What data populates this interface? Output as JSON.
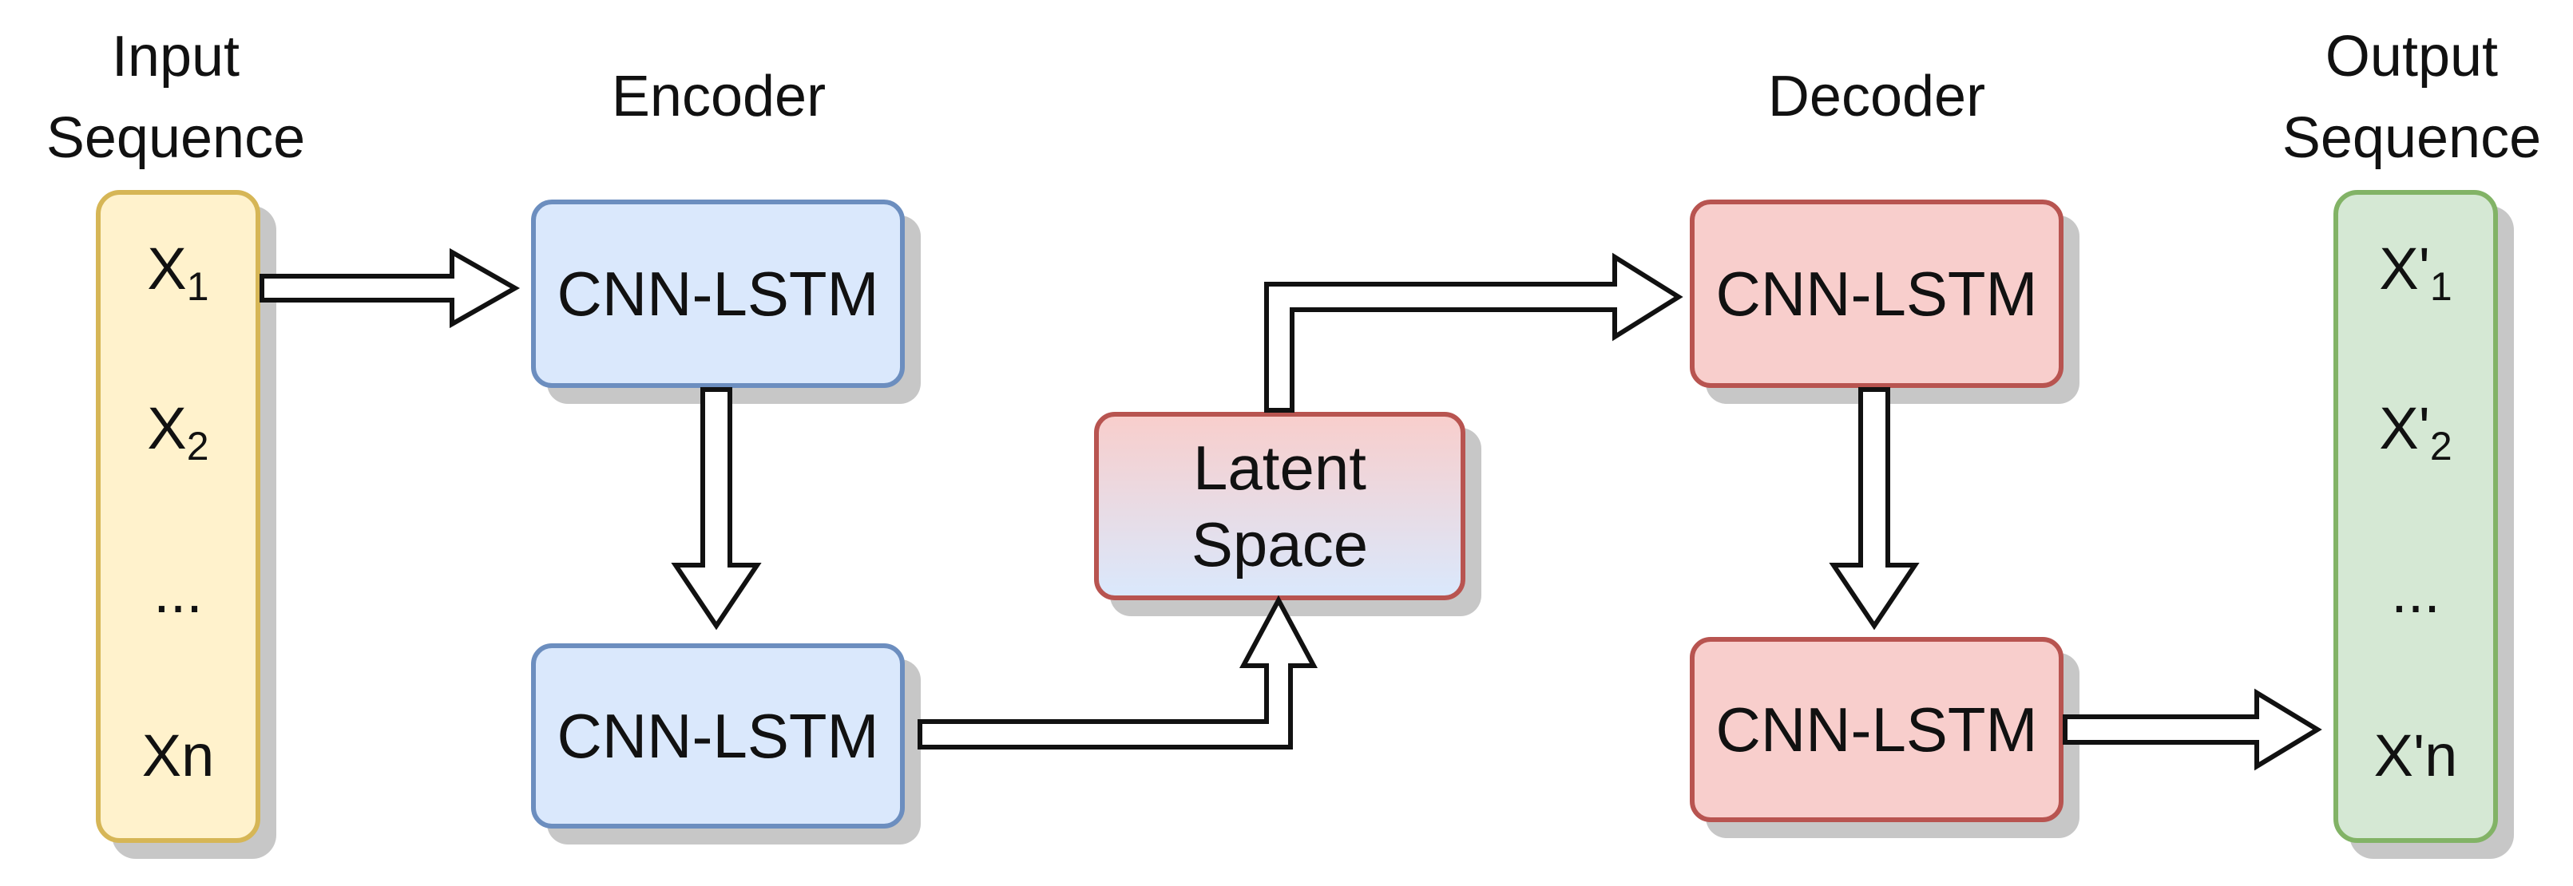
{
  "labels": {
    "input_line1": "Input",
    "input_line2": "Sequence",
    "encoder": "Encoder",
    "decoder": "Decoder",
    "output_line1": "Output",
    "output_line2": "Sequence"
  },
  "input_sequence": {
    "x1_base": "X",
    "x1_sub": "1",
    "x2_base": "X",
    "x2_sub": "2",
    "ellipsis": "...",
    "xn": "Xn"
  },
  "encoder": {
    "top": "CNN-LSTM",
    "bottom": "CNN-LSTM"
  },
  "latent": {
    "line1": "Latent",
    "line2": "Space"
  },
  "decoder": {
    "top": "CNN-LSTM",
    "bottom": "CNN-LSTM"
  },
  "output_sequence": {
    "x1_base": "X'",
    "x1_sub": "1",
    "x2_base": "X'",
    "x2_sub": "2",
    "ellipsis": "...",
    "xn": "X'n"
  },
  "colors": {
    "input_fill": "#fff2cc",
    "input_stroke": "#d6b656",
    "encoder_fill": "#dae8fc",
    "encoder_stroke": "#6c8ebf",
    "decoder_fill": "#f8cecc",
    "decoder_stroke": "#b85450",
    "output_fill": "#d5e8d4",
    "output_stroke": "#82b366"
  }
}
